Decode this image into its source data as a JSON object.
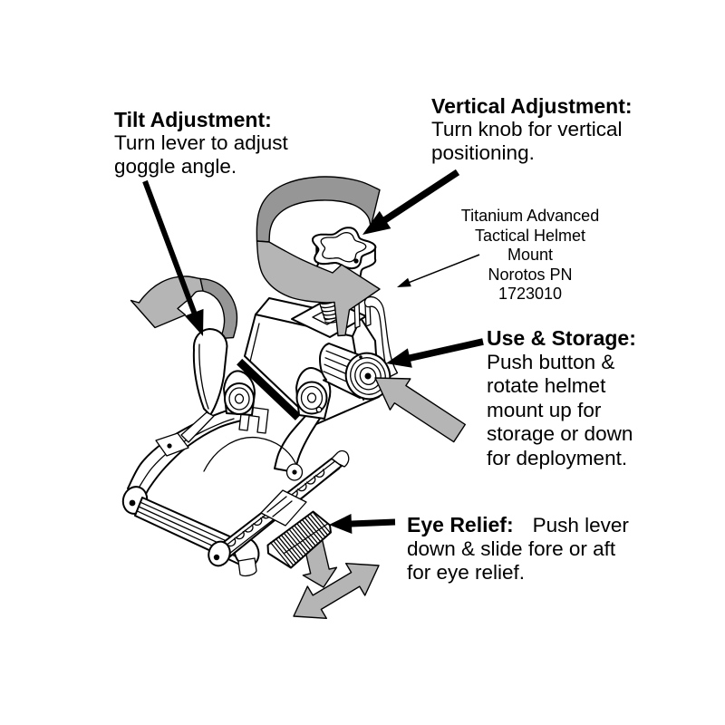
{
  "labels": {
    "tilt": {
      "title": "Tilt Adjustment:",
      "lines": [
        "Turn lever to adjust",
        "goggle angle."
      ]
    },
    "vertical": {
      "title": "Vertical Adjustment:",
      "lines": [
        "Turn knob for vertical",
        "positioning."
      ]
    },
    "product": {
      "lines": [
        "Titanium Advanced",
        "Tactical Helmet",
        "Mount",
        "Norotos PN",
        "1723010"
      ]
    },
    "use_storage": {
      "title": "Use & Storage:",
      "lines": [
        "Push button &",
        "rotate helmet",
        "mount up for",
        "storage or down",
        "for deployment."
      ]
    },
    "eye_relief": {
      "title": "Eye Relief:",
      "first_line": "Push lever",
      "lines": [
        "down & slide fore or aft",
        "for eye relief."
      ]
    }
  },
  "colors": {
    "ink": "#000000",
    "gray_light": "#b5b5b5",
    "gray_dark": "#969696",
    "background": "#ffffff"
  }
}
